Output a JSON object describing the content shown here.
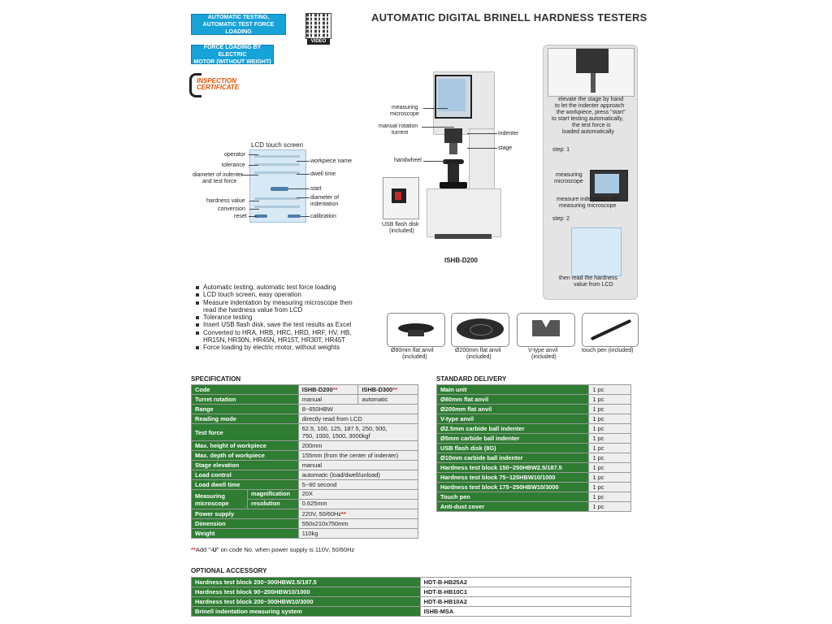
{
  "badges": {
    "auto_l1": "AUTOMATIC TESTING,",
    "auto_l2": "AUTOMATIC TEST FORCE LOADING",
    "force_l1": "FORCE LOADING BY ELECTRIC",
    "force_l2": "MOTOR (WITHOUT WEIGHT)",
    "video": "VIDEO"
  },
  "inspection": {
    "l1": "INSPECTION",
    "l2": "CERTIFICATE"
  },
  "title": "AUTOMATIC DIGITAL BRINELL HARDNESS TESTERS",
  "lcd": {
    "heading": "LCD touch screen",
    "left": [
      "operator",
      "tolerance",
      "diameter of indenter",
      "and test force",
      "hardness value",
      "conversion",
      "reset"
    ],
    "right": [
      "workpiece name",
      "dwell time",
      "start",
      "diameter of",
      "indentation",
      "calibration"
    ]
  },
  "machine": {
    "labels": [
      "measuring",
      "microscope",
      "manual rotation",
      "turrent",
      "indenter",
      "stage",
      "handwheel"
    ],
    "usb_l1": "USB flash disk",
    "usb_l2": "(included)",
    "model": "ISHB-D200"
  },
  "steps": {
    "text1": [
      "elevate the stage by hand",
      "to let the indenter approach",
      "the workpiece, press \"start\"",
      "to start testing automatically,",
      "the test force is",
      "loaded automatically"
    ],
    "step1": "step: 1",
    "ms_l1": "measuring",
    "ms_l2": "microscope",
    "text2": [
      "measure indentation with",
      "measuring microscope"
    ],
    "step2": "step: 2",
    "text3": [
      "then read the hardness",
      "value from LCD"
    ]
  },
  "features": [
    "Automatic testing, automatic test force loading",
    "LCD touch screen, easy operation",
    "Measure indentation by measuring microscope then",
    "read the hardness value from LCD",
    "Tolerance testing",
    "Insert USB flash disk, save the test results as Excel",
    "Converted to HRA, HRB, HRC, HRD, HRF, HV, HB,",
    "HR15N, HR30N, HR45N, HR15T, HR30T, HR45T",
    "Force loading by electric motor, without weights"
  ],
  "accessories": [
    {
      "l1": "Ø80mm flat anvil",
      "l2": "(included)"
    },
    {
      "l1": "Ø200mm flat anvil",
      "l2": "(included)"
    },
    {
      "l1": "V-type anvil",
      "l2": "(included)"
    },
    {
      "l1": "touch pen (included)",
      "l2": ""
    }
  ],
  "spec": {
    "heading": "SPECIFICATION",
    "code_label": "Code",
    "code_a": "ISHB-D200",
    "code_b": "ISHB-D300",
    "stars": "**",
    "rows": [
      {
        "k": "Turret rotation",
        "a": "manual",
        "b": "automatic"
      },
      {
        "k": "Range",
        "v": "8~650HBW"
      },
      {
        "k": "Reading mode",
        "v": "directly read from LCD"
      },
      {
        "k": "Test force",
        "v1": "62.5, 100, 125, 187.5, 250, 500,",
        "v2": "750, 1000, 1500, 3000kgf"
      },
      {
        "k": "Max. height of workpiece",
        "v": "200mm"
      },
      {
        "k": "Max. depth of workpiece",
        "v": "155mm (from the center of indenter)"
      },
      {
        "k": "Stage elevation",
        "v": "manual"
      },
      {
        "k": "Load control",
        "v": "automatic (load/dwell/unload)"
      },
      {
        "k": "Load dwell time",
        "v": "5~60 second"
      }
    ],
    "micro_l1": "Measuring",
    "micro_l2": "microscope",
    "mag": "magnification",
    "mag_v": "20X",
    "res": "resolution",
    "res_v": "0.625mm",
    "power": "Power supply",
    "power_v": "220V, 50/60Hz",
    "dim": "Dimension",
    "dim_v": "550x210x750mm",
    "weight": "Weight",
    "weight_v": "110kg",
    "note_a": "Add \"",
    "note_u": "-U",
    "note_b": "\" on code No. when power supply is 110V, 50/60Hz"
  },
  "delivery": {
    "heading": "STANDARD DELIVERY",
    "rows": [
      {
        "k": "Main unit",
        "v": "1 pc"
      },
      {
        "k": "Ø80mm flat anvil",
        "v": "1 pc"
      },
      {
        "k": "Ø200mm flat anvil",
        "v": "1 pc"
      },
      {
        "k": "V-type anvil",
        "v": "1 pc"
      },
      {
        "k": "Ø2.5mm carbide ball indenter",
        "v": "1 pc"
      },
      {
        "k": "Ø5mm carbide ball indenter",
        "v": "1 pc"
      },
      {
        "k": "USB flash disk (8G)",
        "v": "1 pc"
      },
      {
        "k": "Ø10mm carbide ball indenter",
        "v": "1 pc"
      },
      {
        "k": "Hardness test block 150~250HBW2.5/187.5",
        "v": "1 pc"
      },
      {
        "k": "Hardness test block 75~125HBW10/1000",
        "v": "1 pc"
      },
      {
        "k": "Hardness test block 175~250HBW10/3000",
        "v": "1 pc"
      },
      {
        "k": "Touch pen",
        "v": "1 pc"
      },
      {
        "k": "Anti-dust cover",
        "v": "1 pc"
      }
    ]
  },
  "optional": {
    "heading": "OPTIONAL ACCESSORY",
    "rows": [
      {
        "k": "Hardness test block 200~300HBW2.5/187.5",
        "v": "HDT-B-HB25A2"
      },
      {
        "k": "Hardness test block 90~200HBW10/1000",
        "v": "HDT-B-HB10C1"
      },
      {
        "k": "Hardness test block 200~300HBW10/3000",
        "v": "HDT-B-HB10A2"
      },
      {
        "k": "Brinell indentation measuring system",
        "v": "ISHB-MSA"
      }
    ]
  }
}
